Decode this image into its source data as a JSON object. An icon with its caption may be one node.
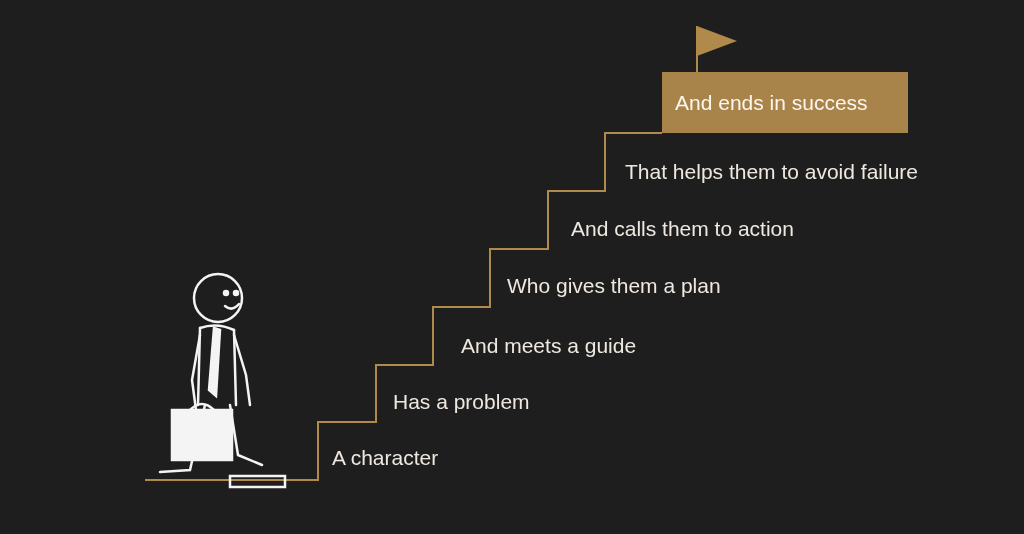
{
  "diagram": {
    "nodes": [
      {
        "text": [
          "And ends in success"
        ]
      }
    ],
    "labels": [
      "That helps them to avoid failure",
      "And calls them to action",
      "Who gives them a plan",
      "And meets a guide",
      "Has a problem",
      "A character"
    ]
  }
}
